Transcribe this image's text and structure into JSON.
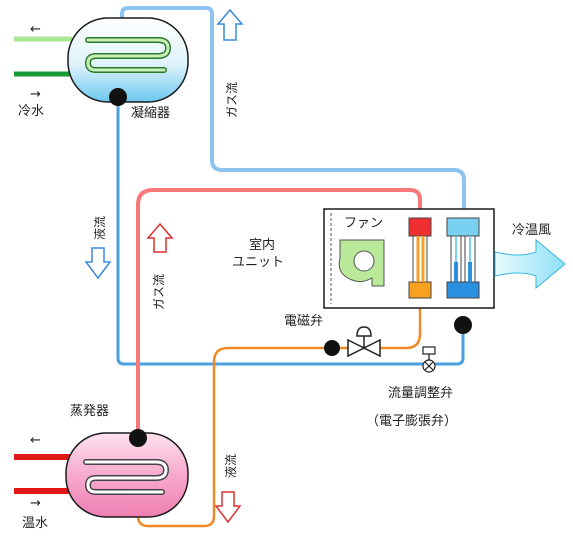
{
  "labels": {
    "condenser": "凝縮器",
    "evaporator": "蒸発器",
    "cold_water": "冷水",
    "hot_water": "温水",
    "arrow_out": "←",
    "arrow_in": "→",
    "gas_flow_top": "ガス流",
    "gas_flow_left": "ガス流",
    "liquid_flow_left": "液流",
    "liquid_flow_bottom": "液流",
    "indoor_unit_line1": "室内",
    "indoor_unit_line2": "ユニット",
    "fan": "ファン",
    "solenoid_valve": "電磁弁",
    "flow_valve": "流量調整弁",
    "expansion_valve": "（電子膨張弁）",
    "air_out": "冷温風"
  },
  "colors": {
    "gas_pipe": "#f87878",
    "liquid_pipe": "#4aa0e0",
    "cold_pipe": "#7ab8e8",
    "orange_pipe": "#f08a28",
    "cold_water_in": "#a8e890",
    "cold_water_out": "#189a38",
    "hot_water": "#e01818",
    "condenser_fill": "#7ad0f0",
    "evaporator_fill": "#f088b8",
    "coil": "#58b858",
    "fan": "#b8e898",
    "node": "#111111"
  },
  "icons": {
    "arrows": [
      "hollow-up-arrow-blue",
      "hollow-down-arrow-blue",
      "hollow-up-arrow-red",
      "hollow-down-arrow-red",
      "outflow-arrow-cyan"
    ],
    "valves": [
      "bowtie-solenoid-valve",
      "circle-x-flow-valve"
    ]
  }
}
